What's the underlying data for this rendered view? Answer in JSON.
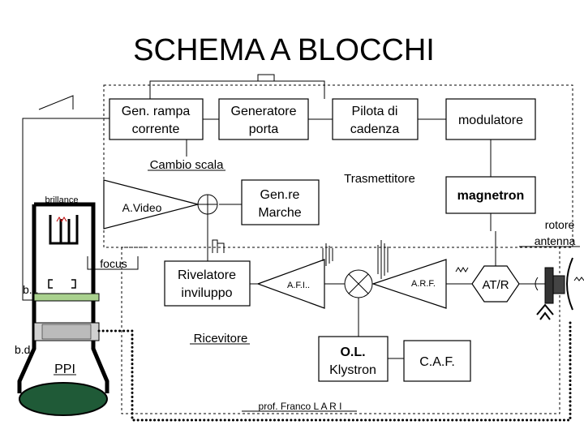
{
  "title": "SCHEMA A BLOCCHI",
  "blocks": {
    "gen_rampa": [
      "Gen. rampa",
      "corrente"
    ],
    "gen_porta": [
      "Generatore",
      "porta"
    ],
    "pilota": [
      "Pilota di",
      "cadenza"
    ],
    "modulatore": "modulatore",
    "magnetron": "magnetron",
    "gen_marche": [
      "Gen.re",
      "Marche"
    ],
    "rivelatore": [
      "Rivelatore",
      "inviluppo"
    ],
    "ol_klystron": [
      "O.L.",
      "Klystron"
    ],
    "caf": "C.A.F.",
    "atr": "AT/R"
  },
  "triangles": {
    "avideo": "A.Video",
    "afi": "A.F.I..",
    "arf": "A.R.F."
  },
  "labels": {
    "cambio_scala": "Cambio scala",
    "trasmettitore": "Trasmettitore",
    "brillance": "brillance",
    "focus": "focus",
    "bf": "b.f.",
    "bd": "b.d.",
    "ppi": "PPI",
    "rotore": [
      "rotore",
      "antenna"
    ],
    "ricevitore": "Ricevitore",
    "author": "prof. Franco L A R I"
  }
}
